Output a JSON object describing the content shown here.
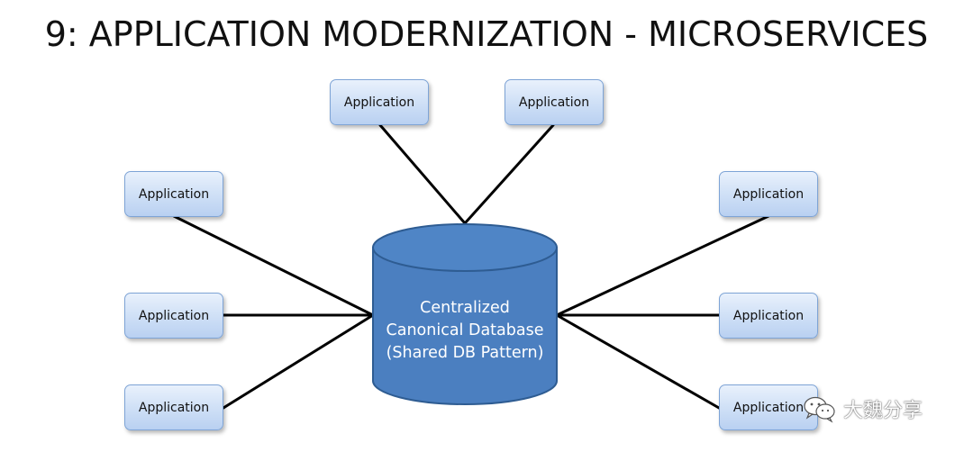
{
  "slide": {
    "title": "9: APPLICATION MODERNIZATION - MICROSERVICES"
  },
  "diagram": {
    "applications": [
      {
        "label": "Application"
      },
      {
        "label": "Application"
      },
      {
        "label": "Application"
      },
      {
        "label": "Application"
      },
      {
        "label": "Application"
      },
      {
        "label": "Application"
      },
      {
        "label": "Application"
      },
      {
        "label": "Application"
      }
    ],
    "database": {
      "line1": "Centralized",
      "line2": "Canonical Database",
      "line3": "(Shared DB Pattern)"
    }
  },
  "watermark": {
    "icon": "wechat-icon",
    "text": "大魏分享"
  },
  "colors": {
    "database_fill": "#4b7fc0",
    "database_stroke": "#2e5c92",
    "connector": "#000000",
    "app_box_border": "#7ea4d6"
  }
}
